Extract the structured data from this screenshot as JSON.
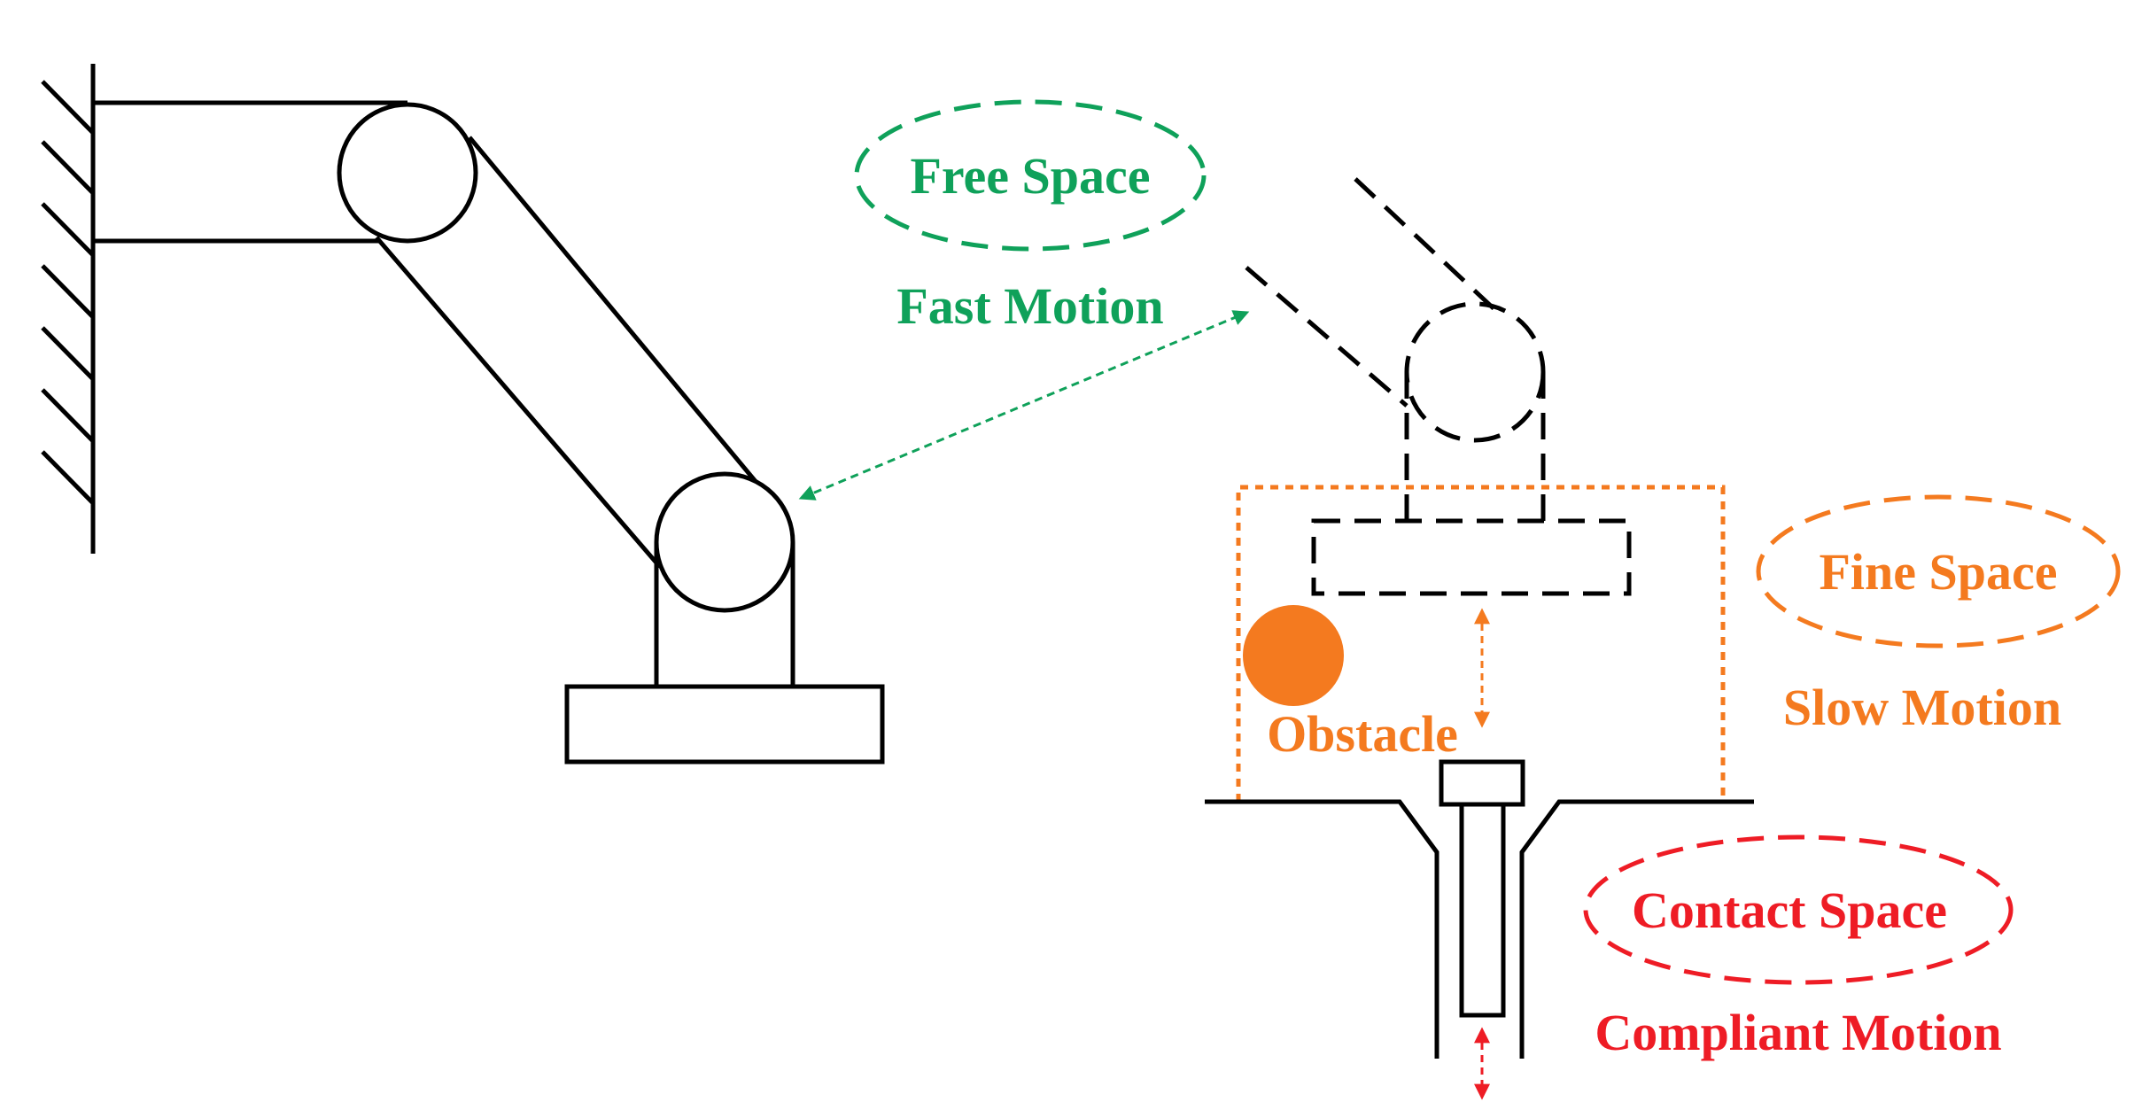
{
  "labels": {
    "free_space": "Free Space",
    "fast_motion": "Fast Motion",
    "fine_space": "Fine Space",
    "slow_motion": "Slow Motion",
    "obstacle": "Obstacle",
    "contact_space": "Contact Space",
    "compliant_motion": "Compliant Motion"
  },
  "colors": {
    "free": "#0fa15a",
    "fine": "#f47a1f",
    "contact": "#ee1c25",
    "line": "#000000"
  }
}
